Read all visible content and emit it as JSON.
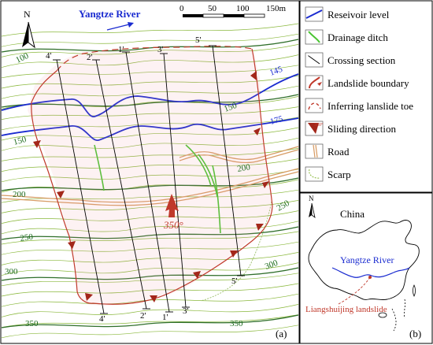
{
  "map": {
    "north_label": "N",
    "river_label": "Yangtze River",
    "direction_label": "350°",
    "panel_label": "(a)",
    "scale": {
      "ticks": [
        "0",
        "50",
        "100",
        "150m"
      ]
    },
    "contour_labels": [
      "100",
      "145",
      "150",
      "150",
      "175",
      "200",
      "200",
      "250",
      "250",
      "300",
      "300",
      "350",
      "350"
    ],
    "section_labels_top": [
      "4'",
      "2'",
      "1'",
      "3'",
      "5'"
    ],
    "section_labels_bottom": [
      "4'",
      "2'",
      "1'",
      "3'",
      "5'"
    ],
    "colors": {
      "contour": "#8ab83c",
      "index_contour": "#2f6f2a",
      "reservoir": "#1a2bd0",
      "boundary": "#c0392b",
      "ditch": "#49c431",
      "road": "#d79b63",
      "section": "#000000",
      "label_green": "#1d6b1d"
    }
  },
  "legend": {
    "items": [
      {
        "label": "Reseivoir level",
        "icon": "reservoir-line-icon"
      },
      {
        "label": "Drainage ditch",
        "icon": "ditch-icon"
      },
      {
        "label": "Crossing section",
        "icon": "section-icon"
      },
      {
        "label": "Landslide boundary",
        "icon": "boundary-icon"
      },
      {
        "label": "Inferring lanslide toe",
        "icon": "toe-icon"
      },
      {
        "label": "Sliding direction",
        "icon": "arrow-icon",
        "icon_text": "350°"
      },
      {
        "label": "Road",
        "icon": "road-icon"
      },
      {
        "label": "Scarp",
        "icon": "scarp-icon"
      }
    ]
  },
  "inset": {
    "north_label": "N",
    "country_label": "China",
    "river_label": "Yangtze River",
    "site_label": "Liangshuijing landslide",
    "panel_label": "(b)"
  }
}
